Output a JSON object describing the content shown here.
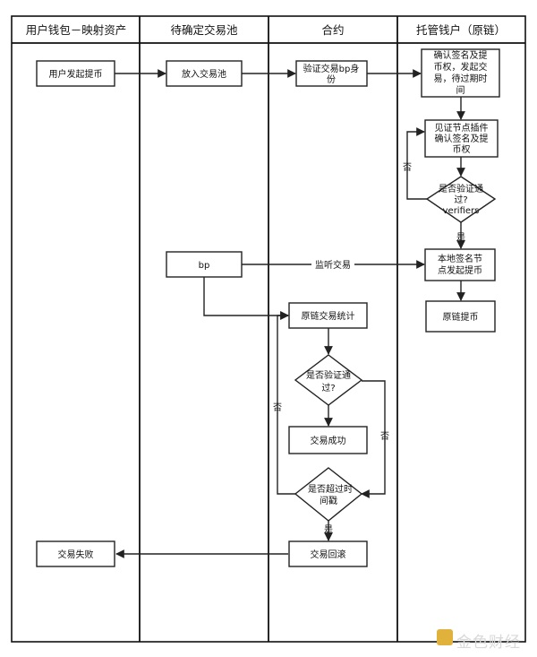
{
  "lanes": {
    "user_wallet": "用户钱包－映射资产",
    "pending_pool": "待确定交易池",
    "contract": "合约",
    "custody": "托管钱户（原链）"
  },
  "nodes": {
    "user_withdraw": "用户发起提币",
    "add_to_pool": "放入交易池",
    "verify_bp": [
      "验证交易bp身",
      "份"
    ],
    "custody_confirm": [
      "确认签名及提",
      "币权，发起交",
      "易，待过期时",
      "间"
    ],
    "witness_confirm": [
      "见证节点插件",
      "确认签名及提",
      "币权"
    ],
    "decision_verifiers": [
      "是否验证通",
      "过?",
      "verifiers"
    ],
    "bp": "bp",
    "local_sign": [
      "本地签名节",
      "点发起提币"
    ],
    "origin_withdraw": "原链提币",
    "origin_stats": "原链交易统计",
    "decision_verified": [
      "是否验证通",
      "过?"
    ],
    "tx_success": "交易成功",
    "decision_timeout": [
      "是否超过时",
      "间戳"
    ],
    "tx_rollback": "交易回滚",
    "tx_fail": "交易失败"
  },
  "edge_labels": {
    "no_verifiers": "否",
    "yes_verifiers": "是",
    "monitor_tx": "监听交易",
    "no_left": "否",
    "no_right": "否",
    "yes_timeout": "是"
  },
  "watermark": {
    "text": "金色财经",
    "icon": "coin-logo-icon"
  }
}
